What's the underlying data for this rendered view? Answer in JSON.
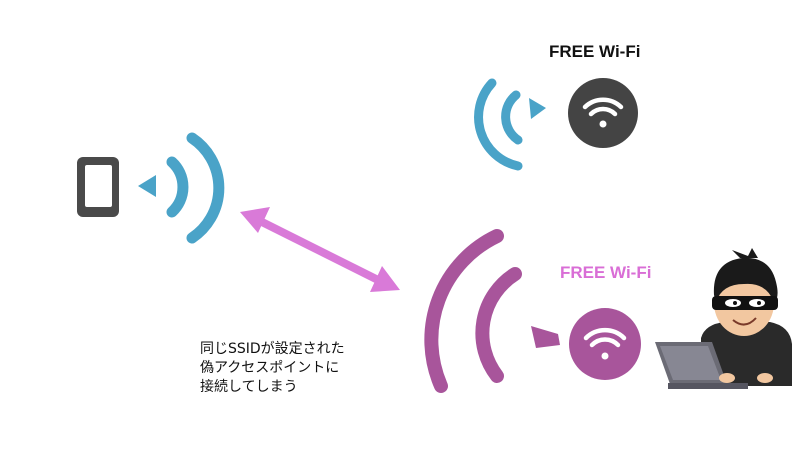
{
  "legit_ap": {
    "label": "FREE Wi-Fi",
    "icon": "wifi-icon",
    "color": "#444444",
    "wave_color": "#4aa3c8"
  },
  "fake_ap": {
    "label": "FREE Wi-Fi",
    "icon": "wifi-icon",
    "color": "#a8559b",
    "wave_color": "#a8559b"
  },
  "phone": {
    "icon": "smartphone-icon",
    "wave_color": "#4aa3c8"
  },
  "connection": {
    "icon": "double-arrow-icon",
    "color": "#d97ad8"
  },
  "attacker": {
    "icon": "hacker-with-laptop-icon"
  },
  "caption": {
    "lines": [
      "同じSSIDが設定された",
      "偽アクセスポイントに",
      "接続してしまう"
    ]
  }
}
